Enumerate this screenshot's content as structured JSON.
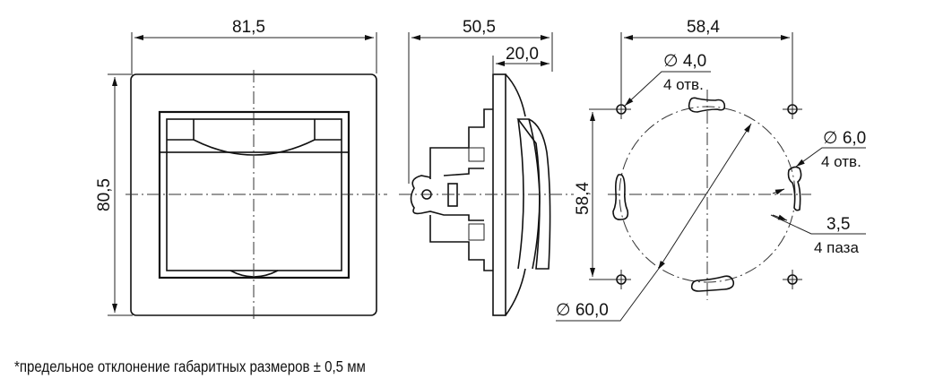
{
  "drawing": {
    "front_view": {
      "width_dim": "81,5",
      "height_dim": "80,5"
    },
    "side_view": {
      "depth_dim": "50,5",
      "front_depth_dim": "20,0"
    },
    "mounting_view": {
      "hole_spacing_horizontal": "58,4",
      "hole_spacing_vertical": "58,4",
      "small_hole_diameter": "∅ 4,0",
      "small_hole_count": "4 отв.",
      "large_hole_diameter": "∅ 6,0",
      "large_hole_count": "4 отв.",
      "slot_width": "3,5",
      "slot_count": "4 паза",
      "circle_diameter": "∅ 60,0"
    },
    "footnote": "*предельное отклонение габаритных размеров ± 0,5 мм"
  },
  "colors": {
    "line": "#111111",
    "background": "#ffffff"
  }
}
